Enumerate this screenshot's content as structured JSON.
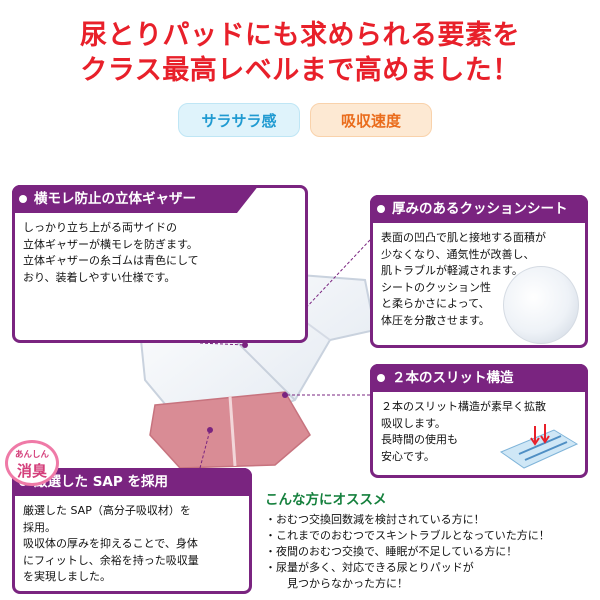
{
  "headline": {
    "line1": "尿とりパッドにも求められる要素を",
    "line2": "クラス最高レベルまで高めました！"
  },
  "tags": [
    {
      "label": "サラサラ感"
    },
    {
      "label": "吸収速度"
    }
  ],
  "cards": [
    {
      "title": "横モレ防止の立体ギャザー",
      "lines": [
        "しっかり立ち上がる両サイドの",
        "立体ギャザーが横モレを防ぎます。",
        "立体ギャザーの糸ゴムは青色にして",
        "おり、装着しやすい仕様です。"
      ]
    },
    {
      "title": "厚みのあるクッションシート",
      "lines": [
        "表面の凹凸で肌と接地する面積が",
        "少なくなり、通気性が改善し、",
        "肌トラブルが軽減されます。",
        "シートのクッション性",
        "と柔らかさによって、",
        "体圧を分散させます。"
      ]
    },
    {
      "title": "２本のスリット構造",
      "lines": [
        "２本のスリット構造が素早く拡散",
        "吸収します。",
        "長時間の使用も",
        "安心です。"
      ]
    },
    {
      "title": "厳選した SAP を採用",
      "lines": [
        "厳選した SAP（高分子吸収材）を",
        "採用。",
        "吸収体の厚みを抑えることで、身体",
        "にフィットし、余裕を持った吸収量",
        "を実現しました。"
      ]
    }
  ],
  "badge": {
    "top": "あんしん",
    "main": "消臭"
  },
  "recommend": {
    "title": "こんな方にオススメ",
    "items": [
      "・おむつ交換回数減を検討されている方に！",
      "・これまでのおむつでスキントラブルとなっていた方に！",
      "・夜間のおむつ交換で、睡眠が不足している方に！",
      "・尿量が多く、対応できる尿とりパッドが",
      "見つからなかった方に！"
    ]
  },
  "colors": {
    "headline": "#e8202a",
    "card_border": "#7a2480",
    "recommend_title": "#15803d",
    "tag_smooth": "#1f9ad1",
    "tag_speed": "#ea6c1c",
    "badge": "#d43f7b"
  }
}
